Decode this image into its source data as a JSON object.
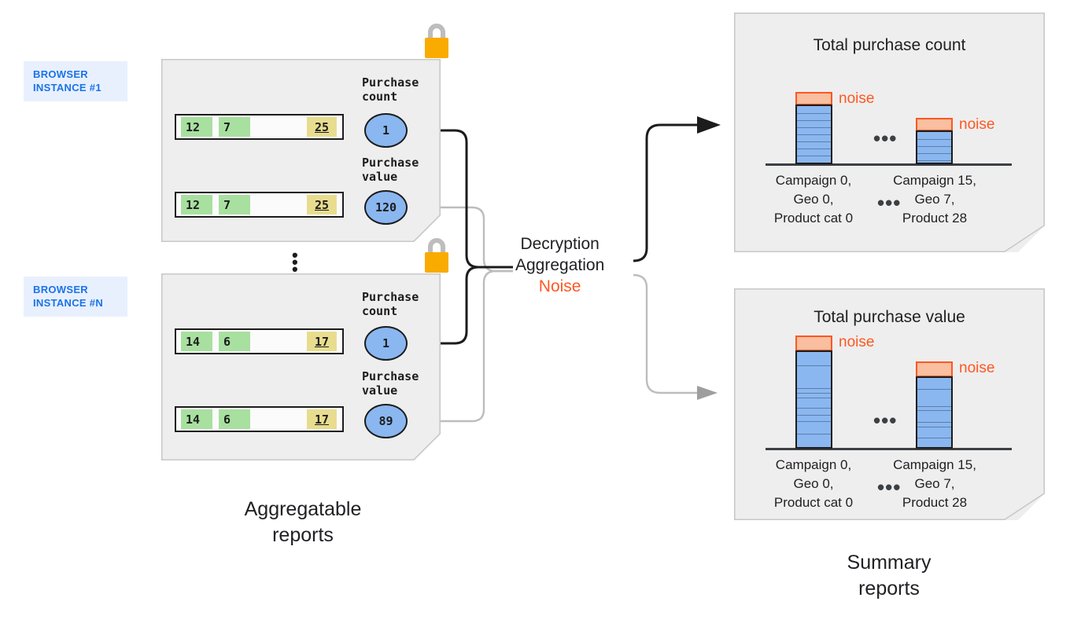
{
  "diagram": {
    "title_aggregatable": "Aggregatable\nreports",
    "title_summary": "Summary\nreports",
    "process": {
      "line1": "Decryption",
      "line2": "Aggregation",
      "line3": "Noise"
    },
    "ellipsis_vertical": "⋮",
    "ellipsis_horizontal": "•••"
  },
  "colors": {
    "accent_blue": "#1a73e8",
    "chip_bg": "#e8f0fe",
    "card_bg": "#eeeeee",
    "cell_green": "#a8e0a0",
    "cell_yellow": "#e8dd8e",
    "bubble_blue": "#8ab7f0",
    "noise_orange": "#ff5722",
    "noise_fill": "#f9bfa0",
    "lock_body": "#f9ab00",
    "lock_shackle": "#bdbdbd",
    "wire_black": "#1c1c1c",
    "wire_gray": "#bdbdbd"
  },
  "browser_instances": [
    {
      "chip_label": "BROWSER\nINSTANCE #1",
      "lock_icon": "padlock-icon",
      "reports": [
        {
          "metric_label": "Purchase\ncount",
          "bubble_value": "1",
          "cells": [
            {
              "value": "12",
              "type": "key"
            },
            {
              "value": "7",
              "type": "key"
            },
            {
              "value": "25",
              "type": "value"
            }
          ]
        },
        {
          "metric_label": "Purchase\nvalue",
          "bubble_value": "120",
          "cells": [
            {
              "value": "12",
              "type": "key"
            },
            {
              "value": "7",
              "type": "key"
            },
            {
              "value": "25",
              "type": "value"
            }
          ]
        }
      ]
    },
    {
      "chip_label": "BROWSER\nINSTANCE #N",
      "lock_icon": "padlock-icon",
      "reports": [
        {
          "metric_label": "Purchase\ncount",
          "bubble_value": "1",
          "cells": [
            {
              "value": "14",
              "type": "key"
            },
            {
              "value": "6",
              "type": "key"
            },
            {
              "value": "17",
              "type": "value"
            }
          ]
        },
        {
          "metric_label": "Purchase\nvalue",
          "bubble_value": "89",
          "cells": [
            {
              "value": "14",
              "type": "key"
            },
            {
              "value": "6",
              "type": "key"
            },
            {
              "value": "17",
              "type": "value"
            }
          ]
        }
      ]
    }
  ],
  "chart_data": [
    {
      "type": "bar",
      "title": "Total purchase count",
      "xlabel": "",
      "ylabel": "",
      "grid": false,
      "legend": "none",
      "categories": [
        "Campaign 0,\nGeo 0,\nProduct cat 0",
        "Campaign 15,\nGeo 7,\nProduct 28"
      ],
      "values": [
        9,
        4
      ],
      "noise": [
        1,
        1
      ],
      "noise_label": "noise",
      "segments": [
        9,
        4
      ],
      "ellipsis_between": "•••"
    },
    {
      "type": "bar",
      "title": "Total purchase value",
      "xlabel": "",
      "ylabel": "",
      "grid": false,
      "legend": "none",
      "categories": [
        "Campaign 0,\nGeo 0,\nProduct cat 0",
        "Campaign 15,\nGeo 7,\nProduct 28"
      ],
      "values": [
        13,
        10
      ],
      "noise": [
        1.4,
        1.4
      ],
      "noise_label": "noise",
      "segments": [
        9,
        8
      ],
      "ellipsis_between": "•••"
    }
  ]
}
